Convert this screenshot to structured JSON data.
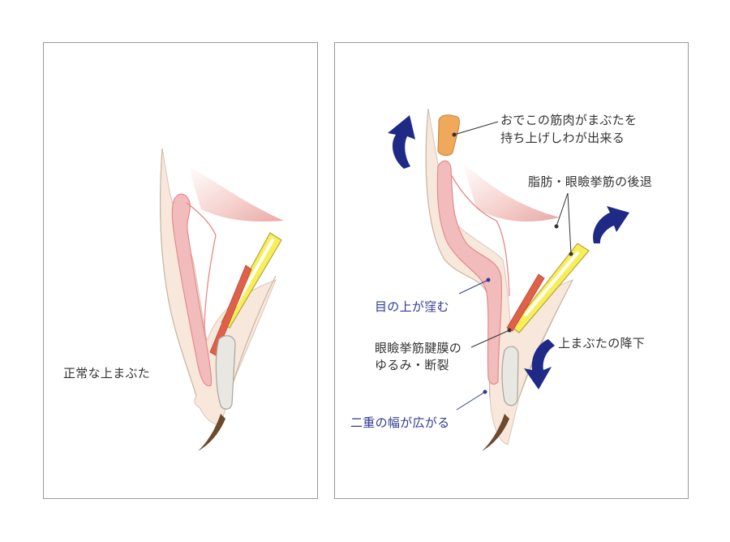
{
  "left_panel": {
    "label_normal": "正常な上まぶた"
  },
  "right_panel": {
    "label_forehead_line1": "おでこの筋肉がまぶたを",
    "label_forehead_line2": "持ち上げしわが出来る",
    "label_fat_retreat": "脂肪・眼瞼挙筋の後退",
    "label_hollow": "目の上が窪む",
    "label_aponeurosis_line1": "眼瞼挙筋腱膜の",
    "label_aponeurosis_line2": "ゆるみ・断裂",
    "label_lid_drop": "上まぶたの降下",
    "label_crease_widen": "二重の幅が広がる"
  },
  "colors": {
    "skin": "#f8e8dc",
    "pink_muscle": "#f2bcbc",
    "muscle_outline": "#e58a8a",
    "red_muscle": "#e0604a",
    "yellow_levator": "#f7ef5a",
    "yellow_outline": "#b7a23a",
    "fat_pad": "#f0a85a",
    "tarsus": "#e9e7e2",
    "lash": "#6b4a2e",
    "arrow": "#1e2a86",
    "label_dark": "#333333",
    "label_blue": "#2f3a8f"
  }
}
